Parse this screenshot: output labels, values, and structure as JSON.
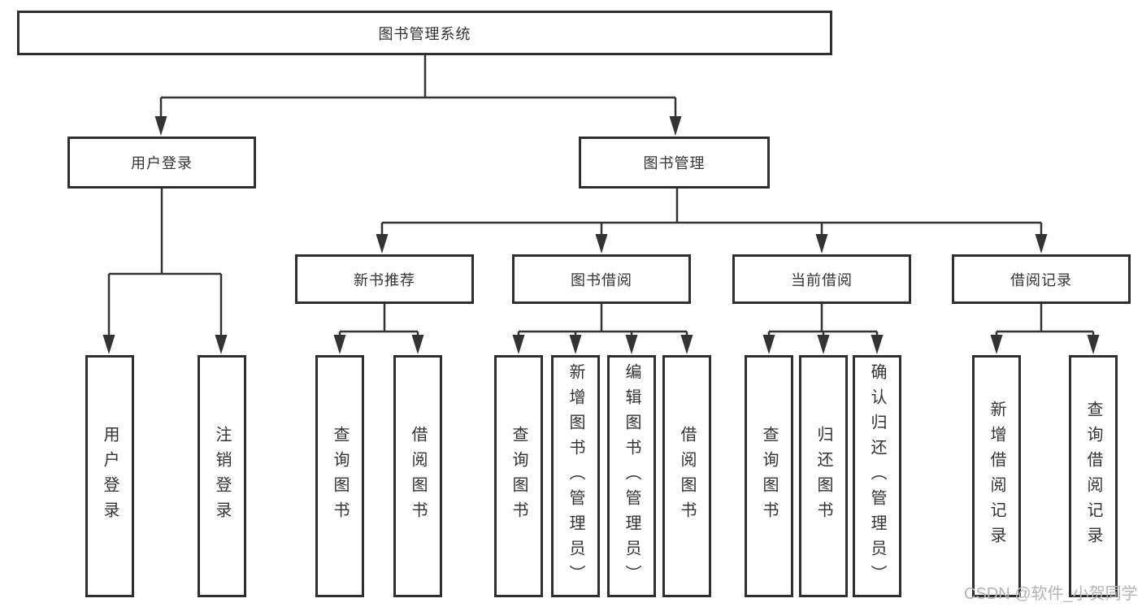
{
  "colors": {
    "line": "#333333",
    "box_border": "#2f2f2f",
    "text": "#333333",
    "watermark": "#b4b4b4",
    "background": "#ffffff"
  },
  "watermark": {
    "text": "CSDN @软件_小贺同学"
  },
  "tree": {
    "root": {
      "label": "图书管理系统"
    },
    "groups": [
      {
        "label": "用户登录",
        "children": [
          {
            "label": "用户登录"
          },
          {
            "label": "注销登录"
          }
        ]
      },
      {
        "label": "图书管理",
        "sections": [
          {
            "label": "新书推荐",
            "children": [
              {
                "label": "查询图书"
              },
              {
                "label": "借阅图书"
              }
            ]
          },
          {
            "label": "图书借阅",
            "children": [
              {
                "label": "查询图书"
              },
              {
                "label": "新增图书（管理员）"
              },
              {
                "label": "编辑图书（管理员）"
              },
              {
                "label": "借阅图书"
              }
            ]
          },
          {
            "label": "当前借阅",
            "children": [
              {
                "label": "查询图书"
              },
              {
                "label": "归还图书"
              },
              {
                "label": "确认归还（管理员）"
              }
            ]
          },
          {
            "label": "借阅记录",
            "children": [
              {
                "label": "新增借阅记录"
              },
              {
                "label": "查询借阅记录"
              }
            ]
          }
        ]
      }
    ]
  }
}
